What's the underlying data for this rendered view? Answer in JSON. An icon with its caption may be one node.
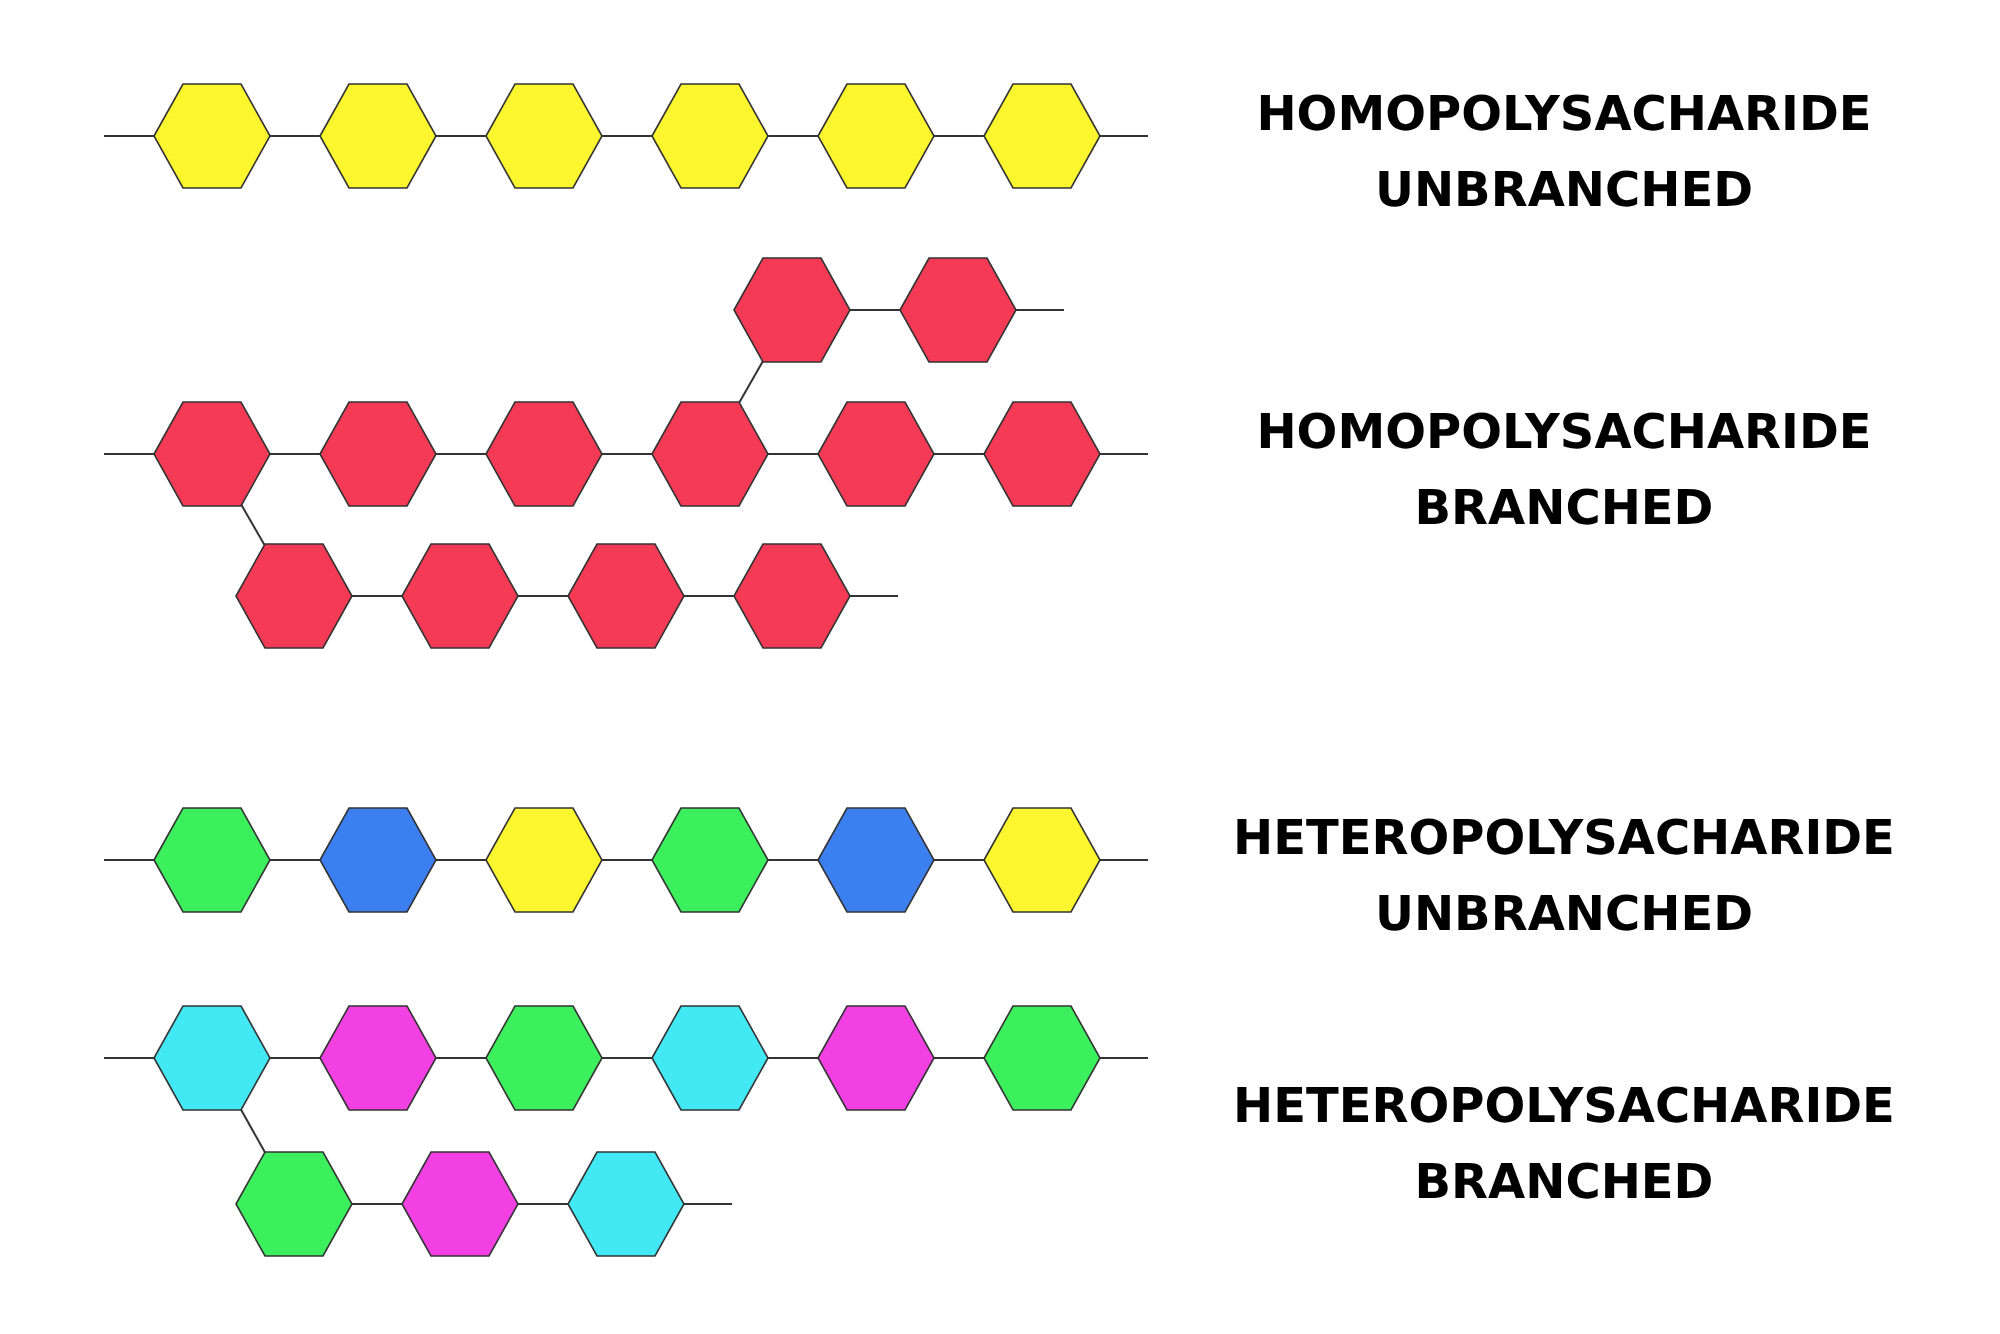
{
  "diagram": {
    "nodes": [
      {
        "text": [],
        "shape": "hexagon"
      },
      {
        "text": [],
        "shape": "hexagon"
      },
      {
        "text": [],
        "shape": "hexagon"
      },
      {
        "text": [],
        "shape": "hexagon"
      },
      {
        "text": [],
        "shape": "hexagon"
      },
      {
        "text": [],
        "shape": "hexagon"
      },
      {
        "text": [],
        "shape": "hexagon"
      },
      {
        "text": [],
        "shape": "hexagon"
      },
      {
        "text": [],
        "shape": "hexagon"
      },
      {
        "text": [],
        "shape": "hexagon"
      },
      {
        "text": [],
        "shape": "hexagon"
      },
      {
        "text": [],
        "shape": "hexagon"
      },
      {
        "text": [],
        "shape": "hexagon"
      },
      {
        "text": [],
        "shape": "hexagon"
      },
      {
        "text": [],
        "shape": "hexagon"
      },
      {
        "text": [],
        "shape": "hexagon"
      },
      {
        "text": [],
        "shape": "hexagon"
      },
      {
        "text": [],
        "shape": "hexagon"
      },
      {
        "text": [],
        "shape": "hexagon"
      },
      {
        "text": [],
        "shape": "hexagon"
      },
      {
        "text": [],
        "shape": "hexagon"
      },
      {
        "text": [],
        "shape": "hexagon"
      },
      {
        "text": [],
        "shape": "hexagon"
      },
      {
        "text": [],
        "shape": "hexagon"
      },
      {
        "text": [],
        "shape": "hexagon"
      },
      {
        "text": [],
        "shape": "hexagon"
      },
      {
        "text": [],
        "shape": "hexagon"
      },
      {
        "text": [],
        "shape": "hexagon"
      },
      {
        "text": [],
        "shape": "hexagon"
      },
      {
        "text": [],
        "shape": "hexagon"
      },
      {
        "text": [],
        "shape": "hexagon"
      },
      {
        "text": [],
        "shape": "hexagon"
      },
      {
        "text": [],
        "shape": "hexagon"
      }
    ],
    "edges": [
      {
        "from": null,
        "to": 0,
        "arrow": "none"
      },
      {
        "from": 0,
        "to": 1,
        "arrow": "none"
      },
      {
        "from": 1,
        "to": 2,
        "arrow": "none"
      },
      {
        "from": 2,
        "to": 3,
        "arrow": "none"
      },
      {
        "from": 3,
        "to": 4,
        "arrow": "none"
      },
      {
        "from": 4,
        "to": 5,
        "arrow": "none"
      },
      {
        "from": 5,
        "to": null,
        "arrow": "none"
      },
      {
        "from": 11,
        "to": 6,
        "arrow": "none"
      },
      {
        "from": 6,
        "to": 7,
        "arrow": "none"
      },
      {
        "from": 7,
        "to": null,
        "arrow": "none"
      },
      {
        "from": null,
        "to": 8,
        "arrow": "none"
      },
      {
        "from": 8,
        "to": 9,
        "arrow": "none"
      },
      {
        "from": 9,
        "to": 10,
        "arrow": "none"
      },
      {
        "from": 10,
        "to": 11,
        "arrow": "none"
      },
      {
        "from": 11,
        "to": 12,
        "arrow": "none"
      },
      {
        "from": 12,
        "to": 13,
        "arrow": "none"
      },
      {
        "from": 13,
        "to": null,
        "arrow": "none"
      },
      {
        "from": 8,
        "to": 14,
        "arrow": "none"
      },
      {
        "from": 14,
        "to": 15,
        "arrow": "none"
      },
      {
        "from": 15,
        "to": 16,
        "arrow": "none"
      },
      {
        "from": 16,
        "to": 17,
        "arrow": "none"
      },
      {
        "from": 17,
        "to": null,
        "arrow": "none"
      },
      {
        "from": null,
        "to": 18,
        "arrow": "none"
      },
      {
        "from": 18,
        "to": 19,
        "arrow": "none"
      },
      {
        "from": 19,
        "to": 20,
        "arrow": "none"
      },
      {
        "from": 20,
        "to": 21,
        "arrow": "none"
      },
      {
        "from": 21,
        "to": 22,
        "arrow": "none"
      },
      {
        "from": 22,
        "to": 23,
        "arrow": "none"
      },
      {
        "from": 23,
        "to": null,
        "arrow": "none"
      },
      {
        "from": null,
        "to": 24,
        "arrow": "none"
      },
      {
        "from": 24,
        "to": 25,
        "arrow": "none"
      },
      {
        "from": 25,
        "to": 26,
        "arrow": "none"
      },
      {
        "from": 26,
        "to": 27,
        "arrow": "none"
      },
      {
        "from": 27,
        "to": 28,
        "arrow": "none"
      },
      {
        "from": 28,
        "to": 29,
        "arrow": "none"
      },
      {
        "from": 29,
        "to": null,
        "arrow": "none"
      },
      {
        "from": 24,
        "to": 30,
        "arrow": "none"
      },
      {
        "from": 30,
        "to": 31,
        "arrow": "none"
      },
      {
        "from": 31,
        "to": 32,
        "arrow": "none"
      },
      {
        "from": 32,
        "to": null,
        "arrow": "none"
      }
    ],
    "labels": [
      "HOMOPOLYSACHARIDE UNBRANCHED",
      "HOMOPOLYSACHARIDE BRANCHED",
      "HETEROPOLYSACHARIDE UNBRANCHED",
      "HETEROPOLYSACHARIDE BRANCHED"
    ]
  }
}
